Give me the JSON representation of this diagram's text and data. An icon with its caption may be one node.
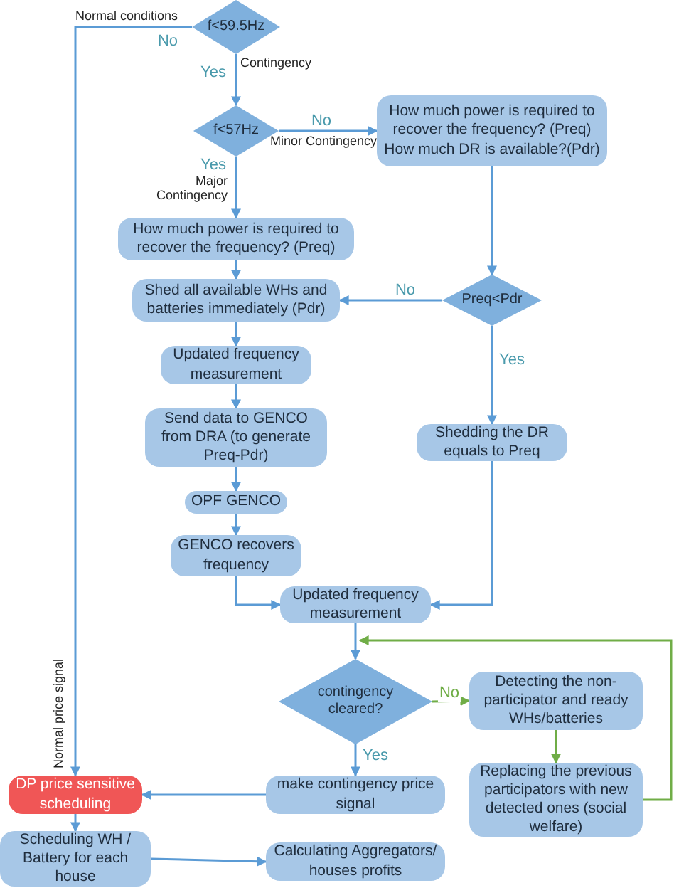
{
  "diagram": {
    "nodes": [
      {
        "text": [
          "f<59.5Hz"
        ]
      },
      {
        "text": [
          "f<57Hz"
        ]
      },
      {
        "text": [
          "How much power is required to recover the frequency? (Preq)",
          "How much DR is available?(Pdr)"
        ]
      },
      {
        "text": [
          "How much power is required to recover the frequency? (Preq)"
        ]
      },
      {
        "text": [
          "Shed all available WHs and batteries immediately (Pdr)"
        ]
      },
      {
        "text": [
          "Preq<Pdr"
        ]
      },
      {
        "text": [
          "Updated frequency measurement"
        ]
      },
      {
        "text": [
          "Send data to GENCO from DRA (to generate Preq-Pdr)"
        ]
      },
      {
        "text": [
          "OPF GENCO"
        ]
      },
      {
        "text": [
          "GENCO recovers frequency"
        ]
      },
      {
        "text": [
          "Shedding the DR equals to Preq"
        ]
      },
      {
        "text": [
          "Updated frequency measurement"
        ]
      },
      {
        "text": [
          "contingency cleared?"
        ]
      },
      {
        "text": [
          "Detecting the non-participator and ready WHs/batteries"
        ]
      },
      {
        "text": [
          "Replacing the previous participators with new detected ones (social welfare)"
        ]
      },
      {
        "text": [
          "make contingency price signal"
        ]
      },
      {
        "text": [
          "DP price sensitive scheduling"
        ]
      },
      {
        "text": [
          "Scheduling WH / Battery for each house"
        ]
      },
      {
        "text": [
          "Calculating Aggregators/ houses profits"
        ]
      }
    ],
    "edges": [
      {
        "from": 0,
        "to": 16,
        "arrow": "to",
        "label": "No"
      },
      {
        "from": 0,
        "to": 1,
        "arrow": "to",
        "label": "Yes"
      },
      {
        "from": 1,
        "to": 2,
        "arrow": "to",
        "label": "No"
      },
      {
        "from": 1,
        "to": 3,
        "arrow": "to",
        "label": "Yes"
      },
      {
        "from": 2,
        "to": 5,
        "arrow": "to"
      },
      {
        "from": 5,
        "to": 4,
        "arrow": "to",
        "label": "No"
      },
      {
        "from": 5,
        "to": 10,
        "arrow": "to",
        "label": "Yes"
      },
      {
        "from": 3,
        "to": 4,
        "arrow": "to"
      },
      {
        "from": 4,
        "to": 6,
        "arrow": "to"
      },
      {
        "from": 6,
        "to": 7,
        "arrow": "to"
      },
      {
        "from": 7,
        "to": 8,
        "arrow": "to"
      },
      {
        "from": 8,
        "to": 9,
        "arrow": "to"
      },
      {
        "from": 9,
        "to": 11,
        "arrow": "to"
      },
      {
        "from": 10,
        "to": 11,
        "arrow": "to"
      },
      {
        "from": 11,
        "to": 12,
        "arrow": "to"
      },
      {
        "from": 12,
        "to": 13,
        "arrow": "to",
        "label": "No",
        "color": "#70ad47"
      },
      {
        "from": 13,
        "to": 14,
        "arrow": "to",
        "color": "#70ad47"
      },
      {
        "from": 14,
        "to": 12,
        "arrow": "to",
        "color": "#70ad47"
      },
      {
        "from": 12,
        "to": 15,
        "arrow": "to",
        "label": "Yes"
      },
      {
        "from": 15,
        "to": 16,
        "arrow": "to"
      },
      {
        "from": 16,
        "to": 17,
        "arrow": "to"
      },
      {
        "from": 17,
        "to": 18,
        "arrow": "to"
      }
    ],
    "labels": [
      "Normal conditions",
      "Contingency",
      "Minor Contingency",
      "Major Contingency",
      "Normal price signal"
    ]
  }
}
